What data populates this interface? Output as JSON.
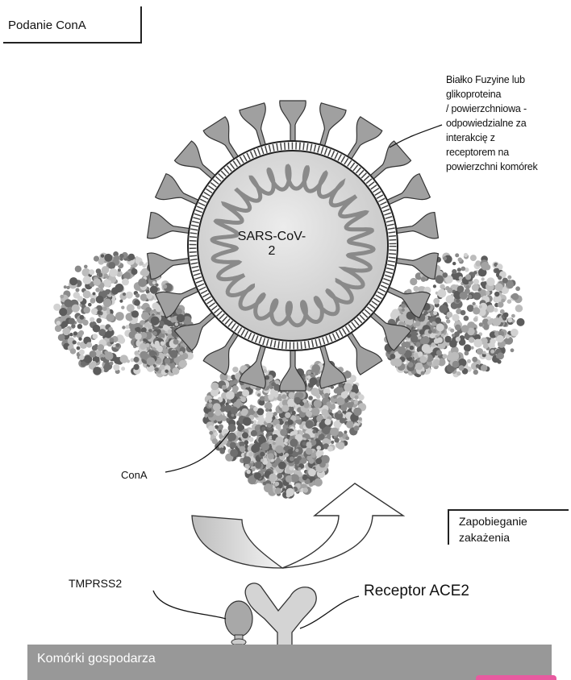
{
  "title": "Podanie ConA",
  "spike_annotation": [
    "Białko Fuzyine lub",
    "glikoproteina",
    "/ powierzchniowa -",
    "odpowiedzialne za",
    "interakcię z",
    "receptorem na",
    "powierzchni komórek"
  ],
  "virus_label": "SARS-CoV-2",
  "cona_label": "ConA",
  "prevention_label": [
    "Zapobieganie",
    "zakażenia"
  ],
  "tmprss2_label": "TMPRSS2",
  "ace2_label": "Receptor ACE2",
  "host_cells_label": "Komórki gospodarza",
  "colors": {
    "host_bar": "#989898",
    "virus_fill": "#d9d9d9",
    "protein": "#9a9a9a",
    "accent_tab": "#e85aa0"
  }
}
